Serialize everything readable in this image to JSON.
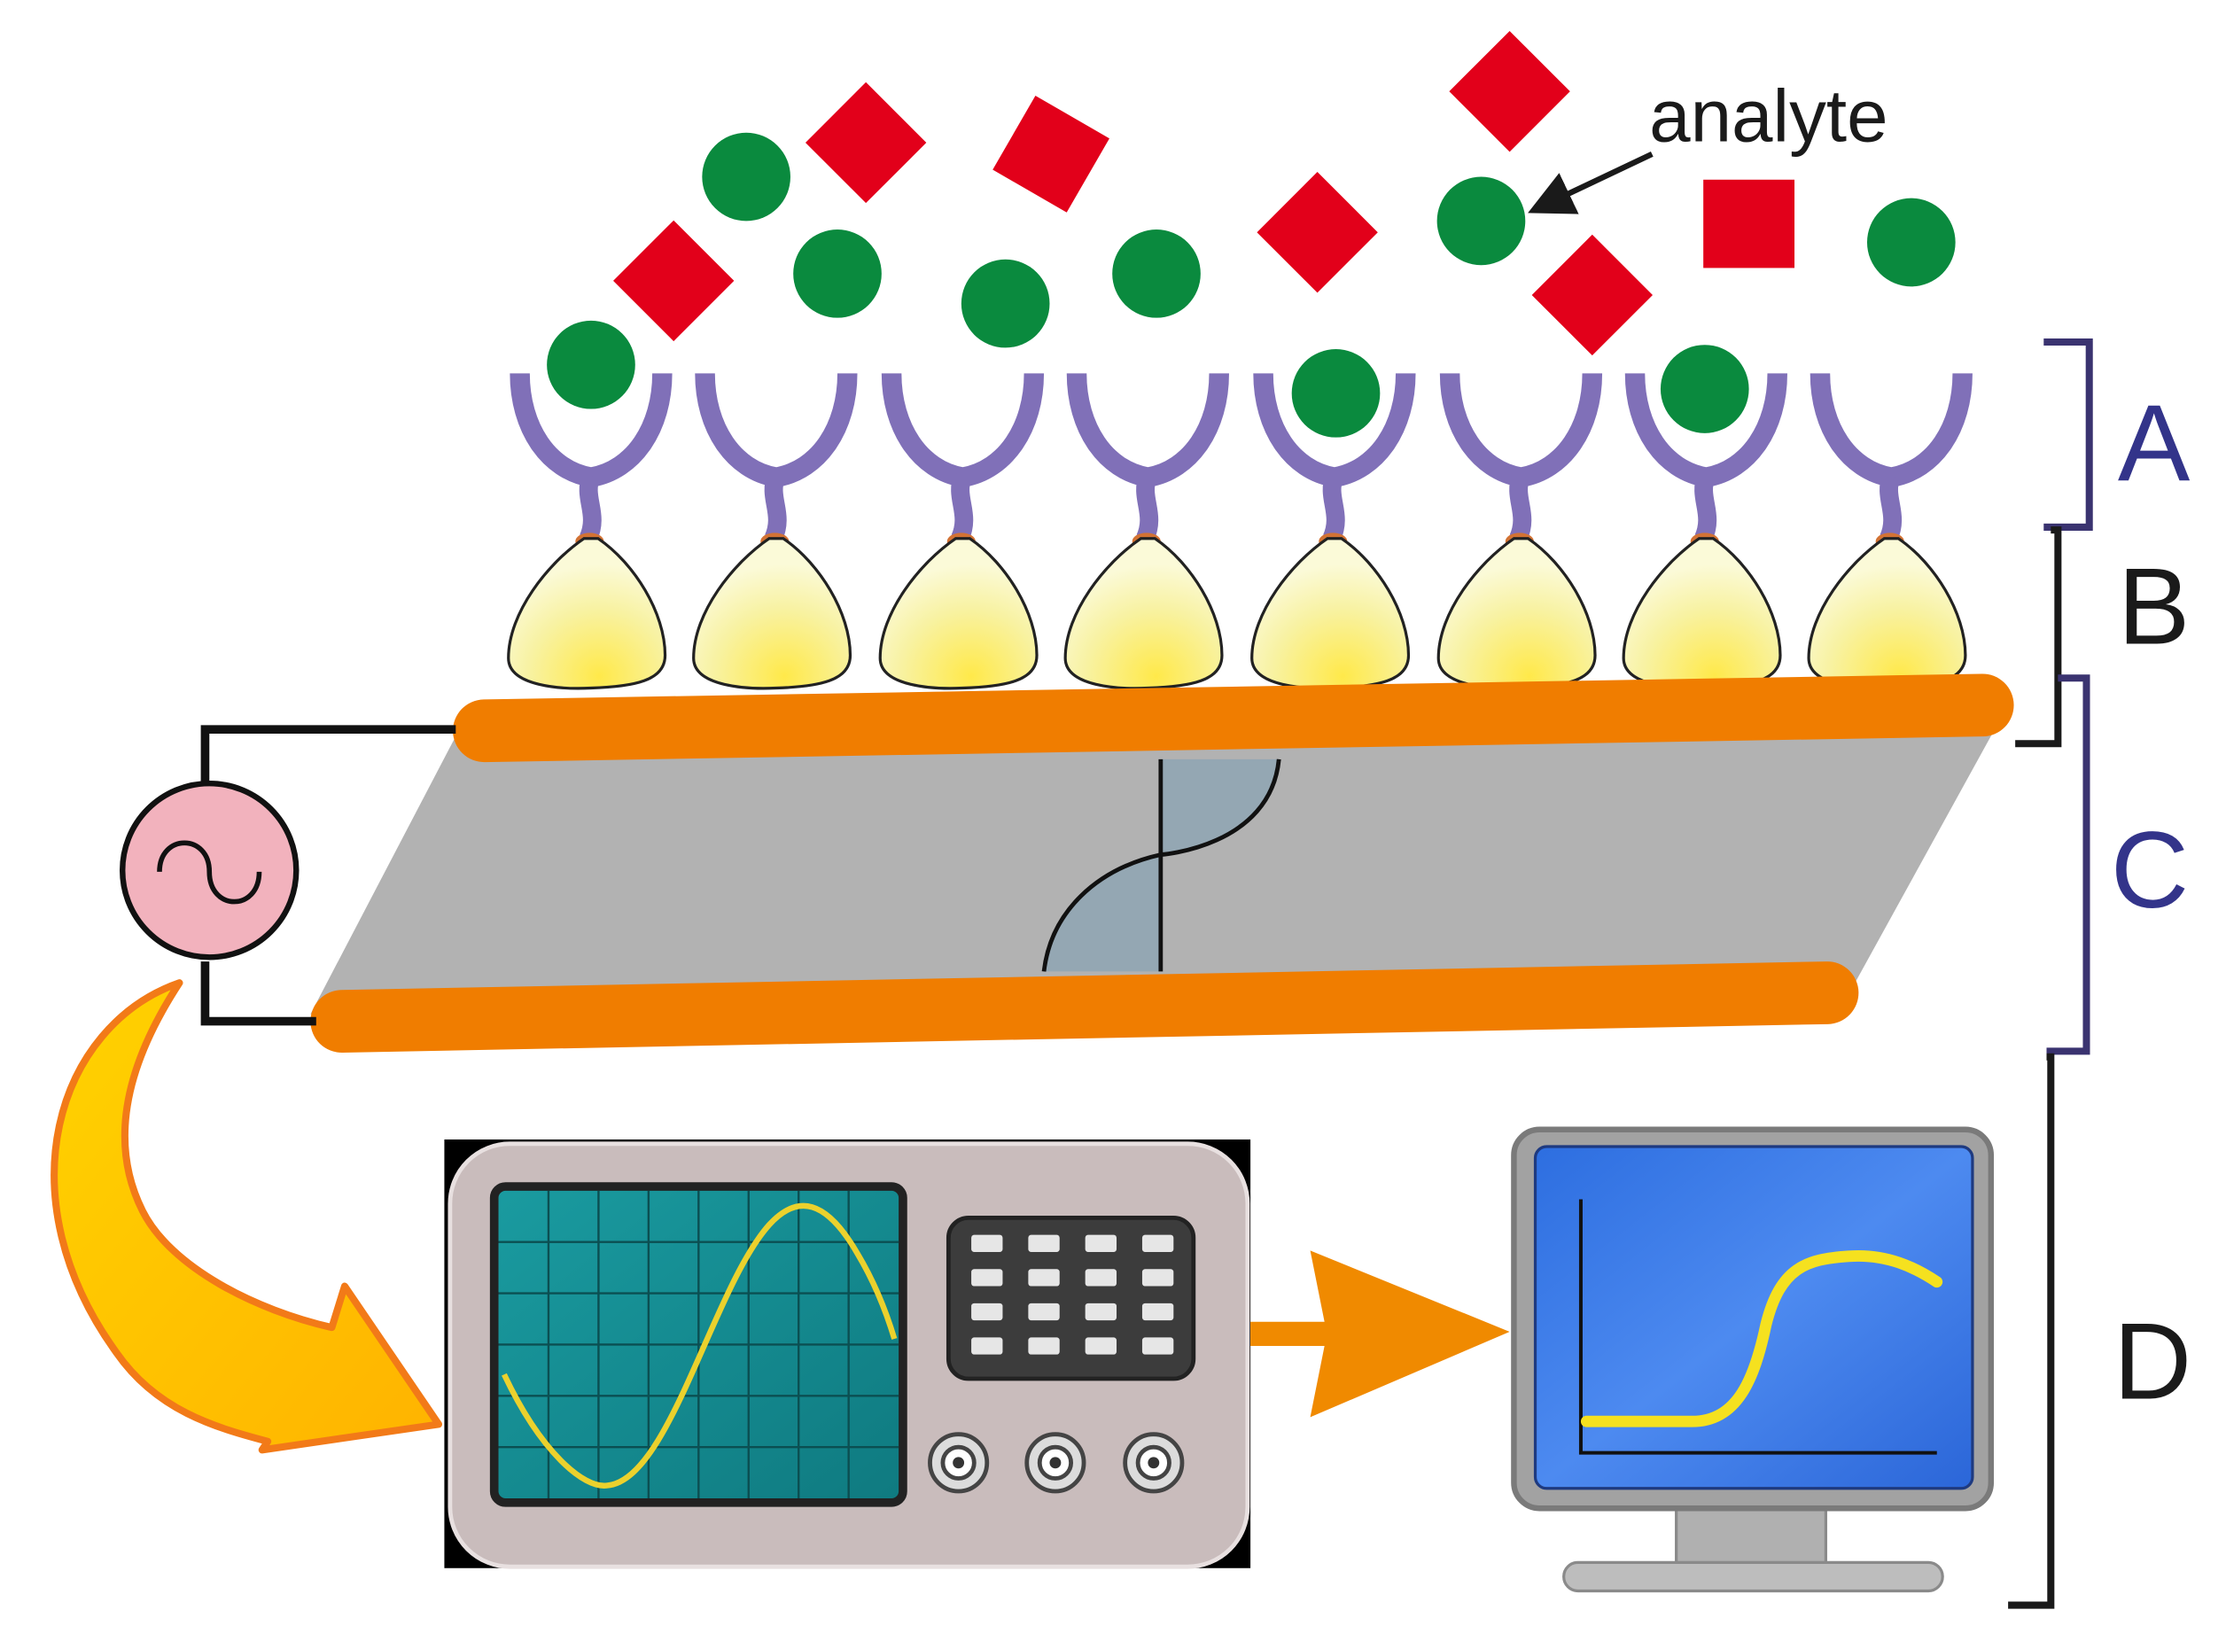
{
  "labels": {
    "analyte": "analyte",
    "sections": [
      {
        "letter": "A",
        "color": "#33348a"
      },
      {
        "letter": "B",
        "color": "#1a1a1a"
      },
      {
        "letter": "C",
        "color": "#33348a"
      },
      {
        "letter": "D",
        "color": "#1a1a1a"
      }
    ]
  },
  "colors": {
    "analyte_circle": "#0a8a3e",
    "interferent_diamond": "#e2001a",
    "receptor": "#8070b8",
    "linker": "#d27234",
    "nanoparticle": "#f3e86a",
    "electrode": "#f07d00",
    "substrate": "#b2b2b2",
    "wave": "#94a7b3",
    "ac_source": "#f2b2bd",
    "arrow_gradient": [
      "#ffd300",
      "#ff9a00"
    ],
    "oscilloscope_body": "#c9bcbc",
    "oscilloscope_screen": "#128489",
    "trace": "#ebd12d",
    "monitor_screen": "#3b7ee6",
    "monitor_frame": "#9a9a9a",
    "bracket": "#3a3370",
    "bracket_dark": "#1a1a1a"
  },
  "icons": [
    "ac-source-icon",
    "oscilloscope-icon",
    "monitor-icon",
    "flow-arrow-icon",
    "receptor-icon",
    "nanoparticle-icon",
    "analyte-circle-icon",
    "diamond-icon"
  ]
}
